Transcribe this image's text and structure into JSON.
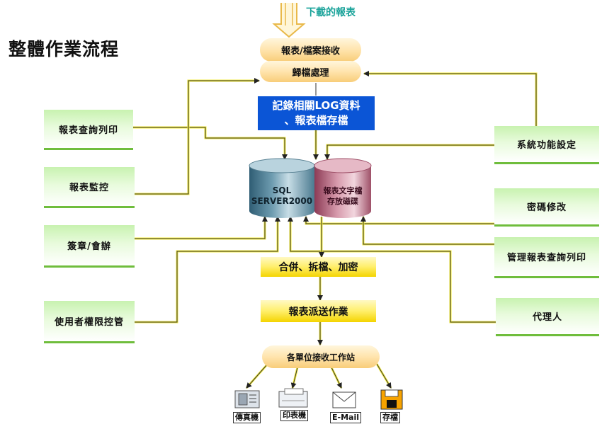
{
  "title": "整體作業流程",
  "incoming_label": "下載的報表",
  "flow": {
    "receive": "報表/檔案接收",
    "archive": "歸檔處理",
    "log_line1": "記錄相關LOG資料",
    "log_line2": "、報表檔存檔",
    "merge": "合併、拆檔、加密",
    "dispatch": "報表派送作業",
    "stations": "各單位接收工作站"
  },
  "databases": {
    "sql_line1": "SQL",
    "sql_line2": "SERVER2000",
    "disk_line1": "報表文字檔",
    "disk_line2": "存放磁碟"
  },
  "left_modules": [
    "報表查詢列印",
    "報表監控",
    "簽章/會辦",
    "使用者權限控管"
  ],
  "right_modules": [
    "系統功能設定",
    "密碼修改",
    "管理報表查詢列印",
    "代理人"
  ],
  "outputs": [
    {
      "label": "傳真機",
      "icon": "fax-icon"
    },
    {
      "label": "印表機",
      "icon": "printer-icon"
    },
    {
      "label": "E-Mail",
      "icon": "email-icon"
    },
    {
      "label": "存檔",
      "icon": "save-disk-icon"
    }
  ],
  "colors": {
    "module_green": "#c8f2b0",
    "flow_yellow": "#ffef6a",
    "log_blue": "#0b55d6",
    "connector_yellow": "#f2ea3a",
    "incoming_label": "#1aa39a"
  }
}
